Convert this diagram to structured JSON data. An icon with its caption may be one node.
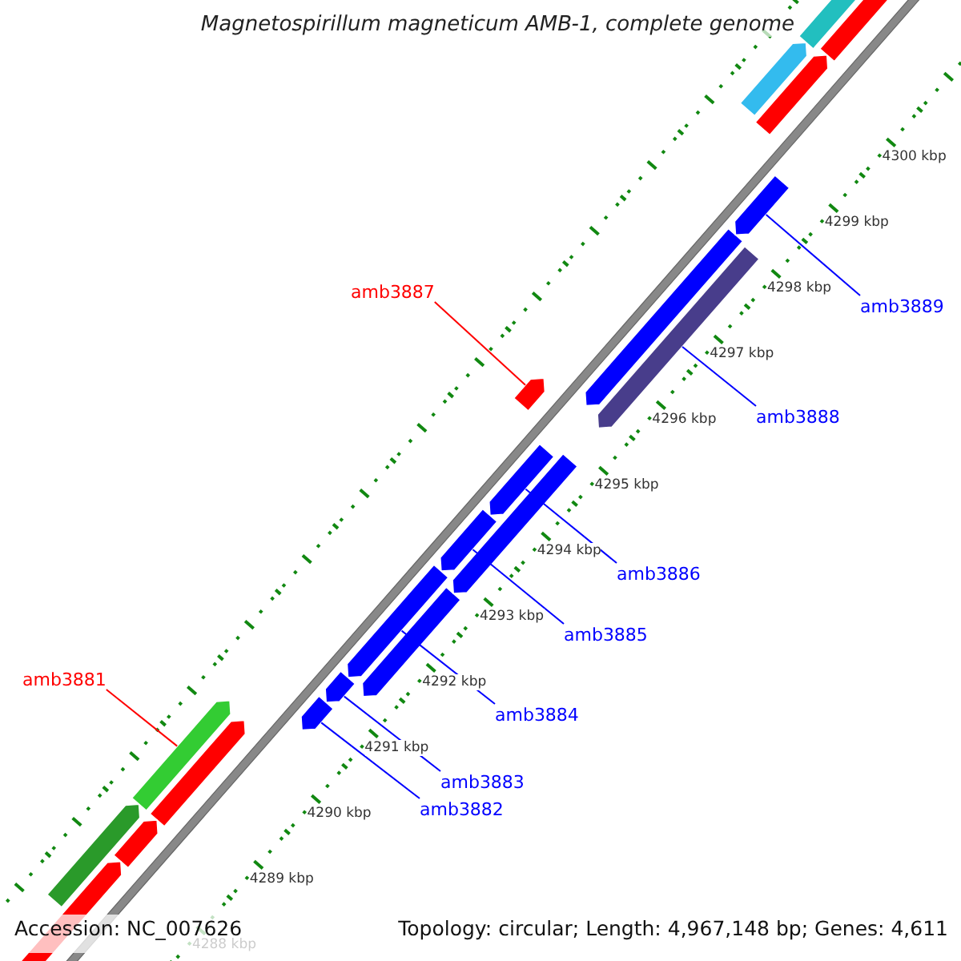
{
  "diagram": {
    "title": "Magnetospirillum magneticum AMB-1, complete genome",
    "nodes": [
      {
        "text": [
          "amb3889"
        ]
      },
      {
        "text": [],
        "shape": "bar"
      },
      {
        "text": [
          "amb3887"
        ]
      },
      {
        "text": [],
        "shape": "bar"
      },
      {
        "text": [
          "amb3888"
        ]
      },
      {
        "text": [],
        "shape": "bar"
      },
      {
        "text": [
          "amb3886"
        ]
      },
      {
        "text": [],
        "shape": "bar"
      },
      {
        "text": [
          "amb3885"
        ]
      },
      {
        "text": [],
        "shape": "bar"
      },
      {
        "text": [
          "amb3881"
        ]
      },
      {
        "text": [],
        "shape": "bar"
      },
      {
        "text": [
          "amb3884"
        ]
      },
      {
        "text": [],
        "shape": "bar"
      },
      {
        "text": [
          "amb3883"
        ]
      },
      {
        "text": [],
        "shape": "bar"
      },
      {
        "text": [
          "amb3882"
        ]
      },
      {
        "text": [],
        "shape": "bar"
      }
    ],
    "edges": [
      {
        "from": 0,
        "to": 1,
        "arrow": "none"
      },
      {
        "from": 2,
        "to": 3,
        "arrow": "none",
        "color": "#ff0000"
      },
      {
        "from": 4,
        "to": 5,
        "arrow": "none"
      },
      {
        "from": 6,
        "to": 7,
        "arrow": "none"
      },
      {
        "from": 8,
        "to": 9,
        "arrow": "none"
      },
      {
        "from": 10,
        "to": 11,
        "arrow": "none",
        "color": "#ff0000"
      },
      {
        "from": 12,
        "to": 13,
        "arrow": "none"
      },
      {
        "from": 14,
        "to": 15,
        "arrow": "none"
      },
      {
        "from": 16,
        "to": 17,
        "arrow": "none"
      }
    ],
    "labels": [
      "4300 kbp",
      "4299 kbp",
      "4298 kbp",
      "4297 kbp",
      "4296 kbp",
      "4295 kbp",
      "4294 kbp",
      "4293 kbp",
      "4292 kbp",
      "4291 kbp",
      "4290 kbp",
      "4289 kbp",
      "4288 kbp",
      "Accession: NC_007626",
      "Topology: circular; Length: 4,967,148 bp; Genes: 4,611"
    ]
  }
}
